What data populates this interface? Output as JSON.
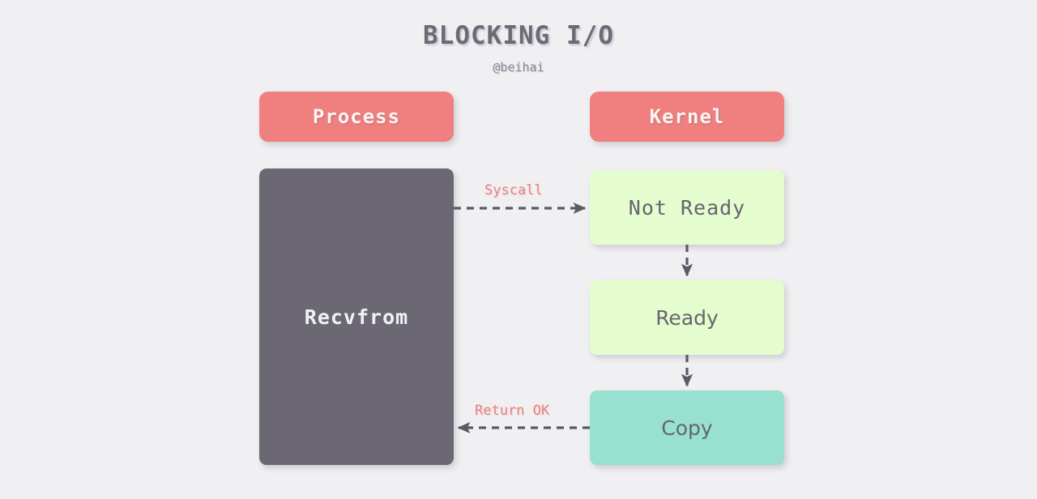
{
  "header": {
    "title": "BLOCKING I/O",
    "subtitle": "@beihai"
  },
  "colors": {
    "background": "#f0f0f2",
    "lane_header": "#f08080",
    "process_body": "#6b6873",
    "kernel_waiting": "#e5fcce",
    "kernel_copy": "#98e1d0",
    "edge": "#5a5a66",
    "edge_label": "#f17e7e",
    "title_text": "#6b6b77",
    "node_text_dark": "#65656f",
    "node_text_light": "#f1f1f4"
  },
  "lanes": [
    {
      "id": "process",
      "label": "Process"
    },
    {
      "id": "kernel",
      "label": "Kernel"
    }
  ],
  "nodes": [
    {
      "id": "recvfrom",
      "label": "Recvfrom",
      "lane": "process",
      "fill": "#6b6873"
    },
    {
      "id": "notready",
      "label": "Not Ready",
      "lane": "kernel",
      "fill": "#e5fcce"
    },
    {
      "id": "ready",
      "label": "Ready",
      "lane": "kernel",
      "fill": "#e5fcce"
    },
    {
      "id": "copy",
      "label": "Copy",
      "lane": "kernel",
      "fill": "#98e1d0"
    }
  ],
  "edges": [
    {
      "id": "syscall",
      "from": "recvfrom",
      "to": "notready",
      "label": "Syscall",
      "style": "dashed",
      "direction": "right"
    },
    {
      "id": "wait",
      "from": "notready",
      "to": "ready",
      "label": "",
      "style": "dashed",
      "direction": "down"
    },
    {
      "id": "becopy",
      "from": "ready",
      "to": "copy",
      "label": "",
      "style": "dashed",
      "direction": "down"
    },
    {
      "id": "returnok",
      "from": "copy",
      "to": "recvfrom",
      "label": "Return OK",
      "style": "dashed",
      "direction": "left"
    }
  ]
}
